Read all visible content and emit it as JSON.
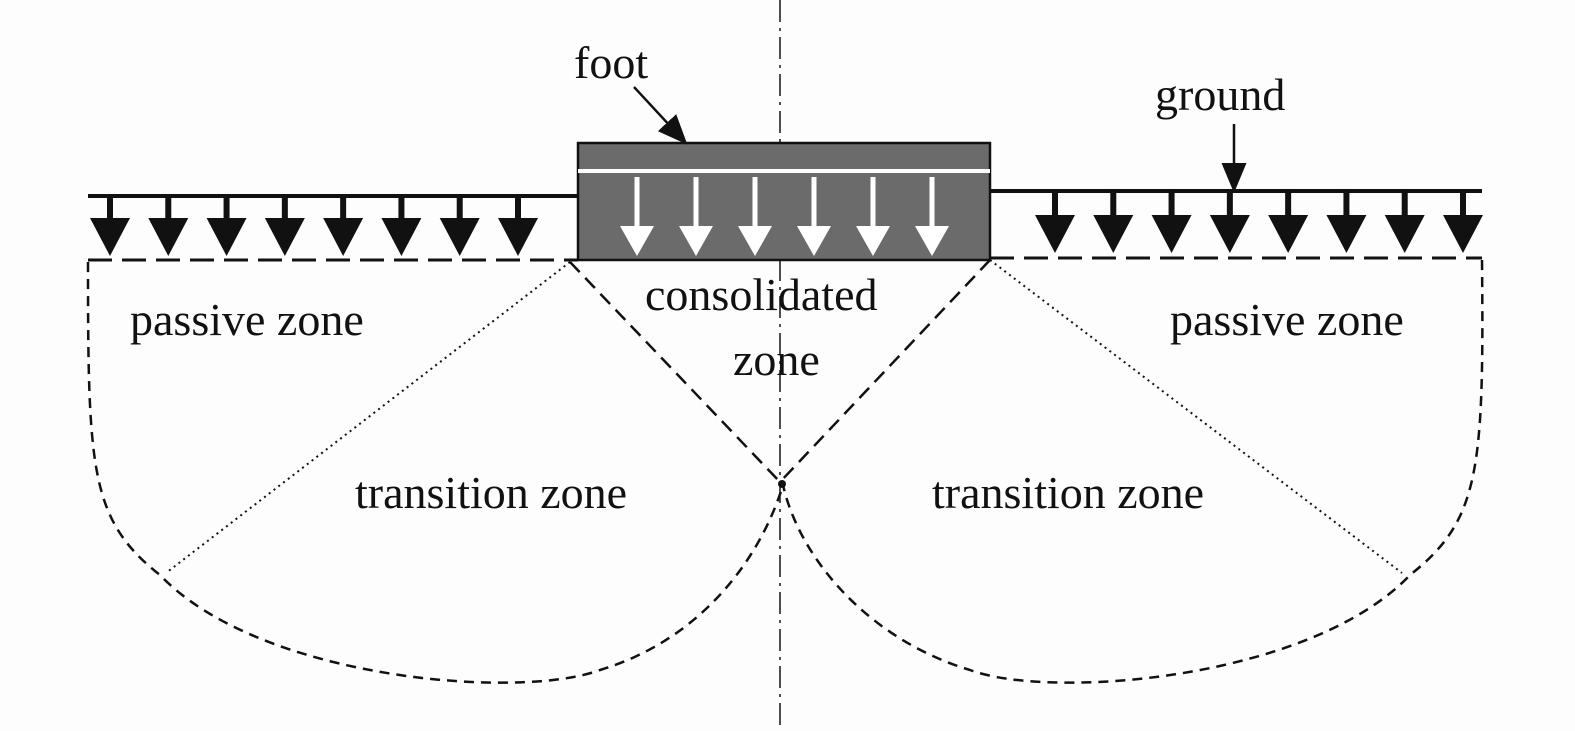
{
  "labels": {
    "foot": "foot",
    "ground": "ground",
    "passive_left": "passive zone",
    "passive_right": "passive zone",
    "consolidated_line1": "consolidated",
    "consolidated_line2": "zone",
    "transition_left": "transition zone",
    "transition_right": "transition zone"
  },
  "ground_load_arrows": {
    "left_count": 8,
    "right_count": 8
  },
  "foot_load_arrows": {
    "count": 6
  },
  "colors": {
    "line": "#111111",
    "foot_fill": "#6b6b6b",
    "foot_arrow": "#ffffff",
    "background": "#fdfdfd"
  }
}
